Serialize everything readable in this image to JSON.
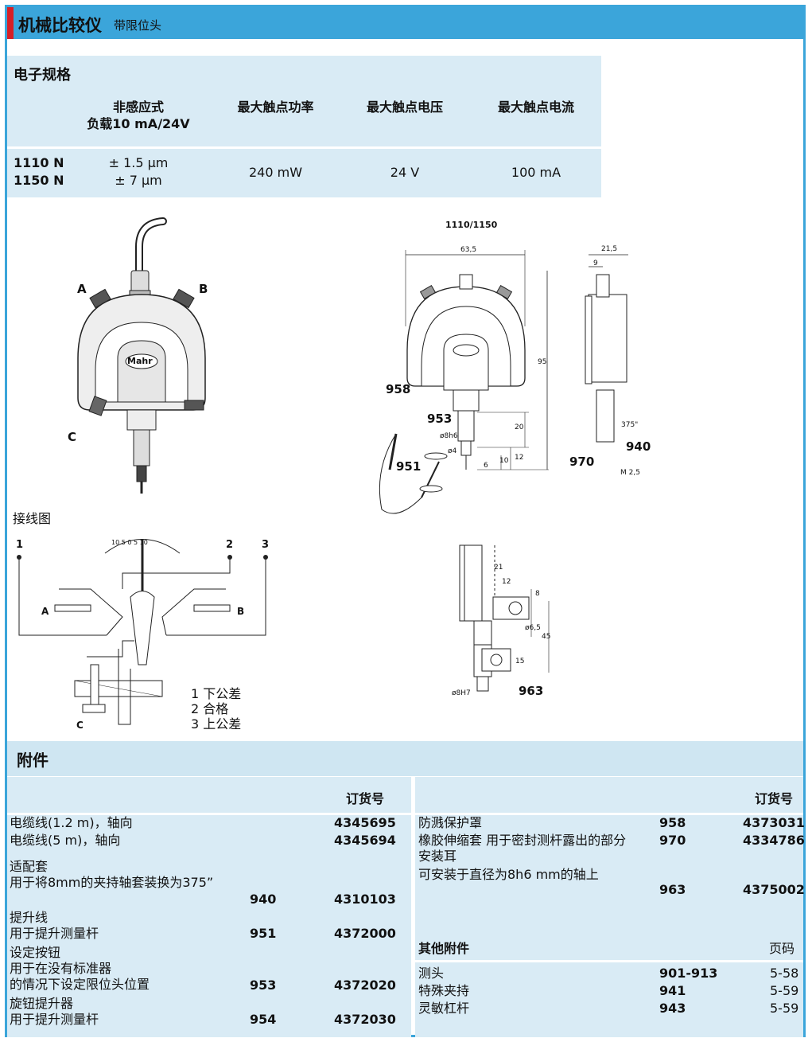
{
  "header": {
    "title": "机械比较仪",
    "subtitle": "带限位头"
  },
  "spec": {
    "title": "电子规格",
    "col1": "非感应式\n负载10 mA/24V",
    "col1_line1": "非感应式",
    "col1_line2": "负载10 mA/24V",
    "col2": "最大触点功率",
    "col3": "最大触点电压",
    "col4": "最大触点电流",
    "model1": "1110 N",
    "model2": "1150 N",
    "tol1": "± 1.5 µm",
    "tol2": "± 7 µm",
    "power": "240 mW",
    "voltage": "24 V",
    "current": "100 mA"
  },
  "drawing": {
    "label_a": "A",
    "label_b": "B",
    "label_c": "C",
    "brand": "Mahr",
    "model_title": "1110/1150",
    "dim_635": "63,5",
    "dim_215": "21,5",
    "dim_9": "9",
    "dim_95": "95",
    "dim_20": "20",
    "dim_12": "12",
    "dim_10": "10",
    "dim_6": "6",
    "dim_8h6": "ø8h6",
    "dim_4": "ø4",
    "dim_375": "375\"",
    "dim_m25": "M 2,5",
    "dim_21": "21",
    "dim_12b": "12",
    "dim_8": "8",
    "dim_65": "ø6,5",
    "dim_45": "45",
    "dim_15": "15",
    "dim_8h7": "ø8H7",
    "part_958": "958",
    "part_953": "953",
    "part_951": "951",
    "part_940": "940",
    "part_970": "970",
    "part_963": "963"
  },
  "wiring": {
    "title": "接线图",
    "t1": "1",
    "t2": "2",
    "t3": "3",
    "scale_left": "10  5  0  5  10",
    "legend1": "1 下公差",
    "legend2": "2 合格",
    "legend3": "3 上公差"
  },
  "accessories": {
    "title": "附件",
    "order_label": "订货号",
    "left": [
      {
        "name": "电缆线(1.2 m)，轴向",
        "code": "",
        "order": "4345695"
      },
      {
        "name": "电缆线(5 m)，轴向",
        "code": "",
        "order": "4345694"
      },
      {
        "name": "适配套",
        "code": "",
        "order": ""
      },
      {
        "name": "用于将8mm的夹持轴套装换为375”",
        "code": "940",
        "order": "4310103"
      },
      {
        "name": "提升线",
        "code": "",
        "order": ""
      },
      {
        "name": "用于提升测量杆",
        "code": "951",
        "order": "4372000"
      },
      {
        "name": "设定按钮",
        "code": "",
        "order": ""
      },
      {
        "name": "用于在没有标准器",
        "code": "",
        "order": ""
      },
      {
        "name": "的情况下设定限位头位置",
        "code": "953",
        "order": "4372020"
      },
      {
        "name": "旋钮提升器",
        "code": "",
        "order": ""
      },
      {
        "name": "用于提升测量杆",
        "code": "954",
        "order": "4372030"
      }
    ],
    "right": [
      {
        "name": "防溅保护罩",
        "code": "958",
        "order": "4373031"
      },
      {
        "name": "橡胶伸缩套 用于密封测杆露出的部分",
        "code": "970",
        "order": "4334786"
      },
      {
        "name": "安装耳",
        "code": "",
        "order": ""
      },
      {
        "name": "可安装于直径为8h6 mm的轴上",
        "code": "",
        "order": ""
      },
      {
        "name": "",
        "code": "963",
        "order": "4375002"
      }
    ],
    "other_title": "其他附件",
    "page_label": "页码",
    "other": [
      {
        "name": "测头",
        "code": "901-913",
        "page": "5-58"
      },
      {
        "name": "特殊夹持",
        "code": "941",
        "page": "5-59"
      },
      {
        "name": "灵敏杠杆",
        "code": "943",
        "page": "5-59"
      }
    ]
  },
  "colors": {
    "accent": "#3ba5da",
    "panel": "#d9ebf5",
    "red": "#d61f26"
  }
}
